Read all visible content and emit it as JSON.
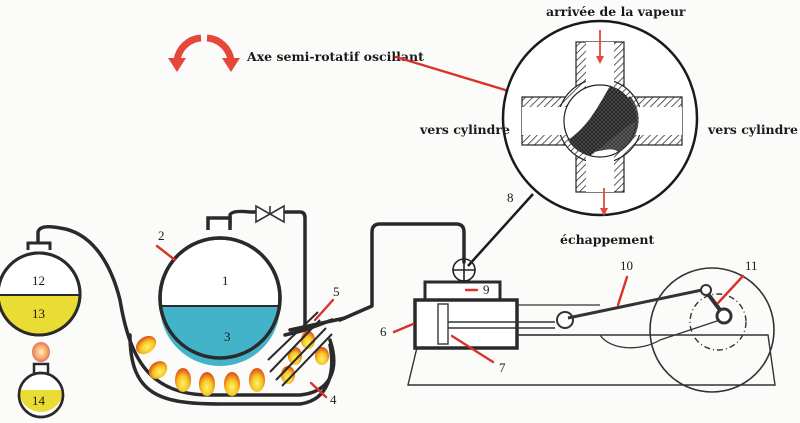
{
  "title_annotation": "Axe semi-rotatif oscillant",
  "valve_detail": {
    "inlet": "arrivée de la vapeur",
    "outlet_left": "vers cylindre",
    "outlet_right": "vers cylindre",
    "exhaust": "échappement"
  },
  "callouts": {
    "n1": "1",
    "n2": "2",
    "n3": "3",
    "n4": "4",
    "n5": "5",
    "n6": "6",
    "n7": "7",
    "n8": "8",
    "n9": "9",
    "n10": "10",
    "n11": "11",
    "n12": "12",
    "n13": "13",
    "n14": "14"
  },
  "colors": {
    "water": "#43b3c9",
    "fuel": "#e9dc33",
    "flame": "#f39a1e",
    "leader": "#d8332b",
    "arrow": "#e5473a"
  },
  "icons": [
    "oscillation-arrows-icon",
    "flame-icon",
    "valve-icon"
  ]
}
